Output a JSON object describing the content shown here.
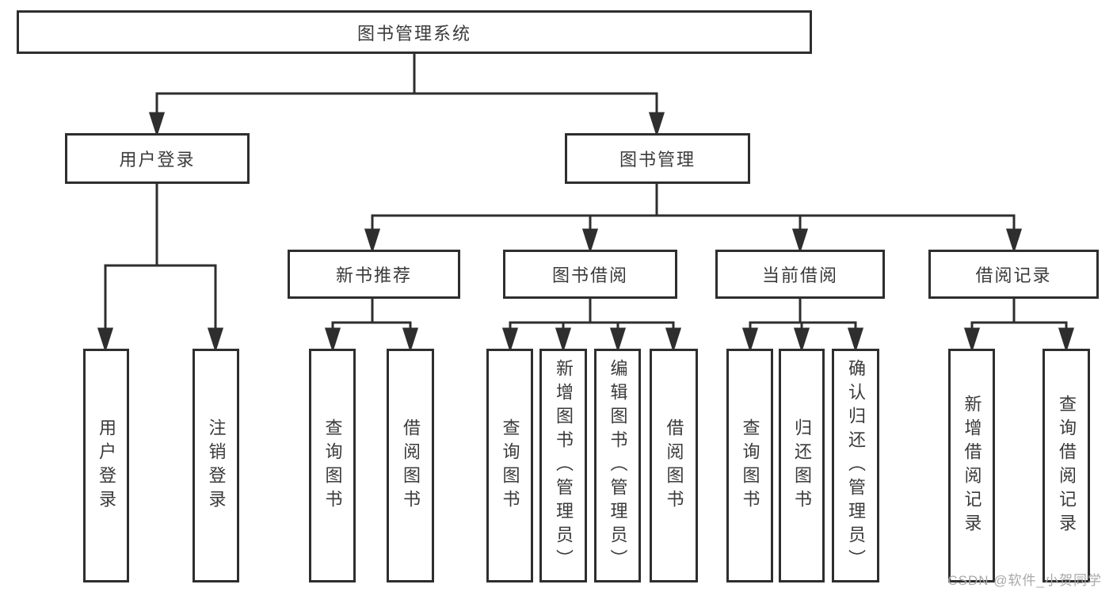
{
  "diagram": {
    "title": "图书管理系统",
    "level2": [
      {
        "label": "用户登录"
      },
      {
        "label": "图书管理"
      }
    ],
    "level3": [
      {
        "label": "新书推荐"
      },
      {
        "label": "图书借阅"
      },
      {
        "label": "当前借阅"
      },
      {
        "label": "借阅记录"
      }
    ],
    "leaves": [
      {
        "label": "用户登录"
      },
      {
        "label": "注销登录"
      },
      {
        "label": "查询图书"
      },
      {
        "label": "借阅图书"
      },
      {
        "label": "查询图书"
      },
      {
        "label": "新增图书（管理员）"
      },
      {
        "label": "编辑图书（管理员）"
      },
      {
        "label": "借阅图书"
      },
      {
        "label": "查询图书"
      },
      {
        "label": "归还图书"
      },
      {
        "label": "确认归还（管理员）"
      },
      {
        "label": "新增借阅记录"
      },
      {
        "label": "查询借阅记录"
      }
    ],
    "colors": {
      "line": "#2e2e2e",
      "text": "#3a3a3a",
      "watermark": "#a9a9a9"
    },
    "watermark": "CSDN @软件_小贺同学"
  }
}
